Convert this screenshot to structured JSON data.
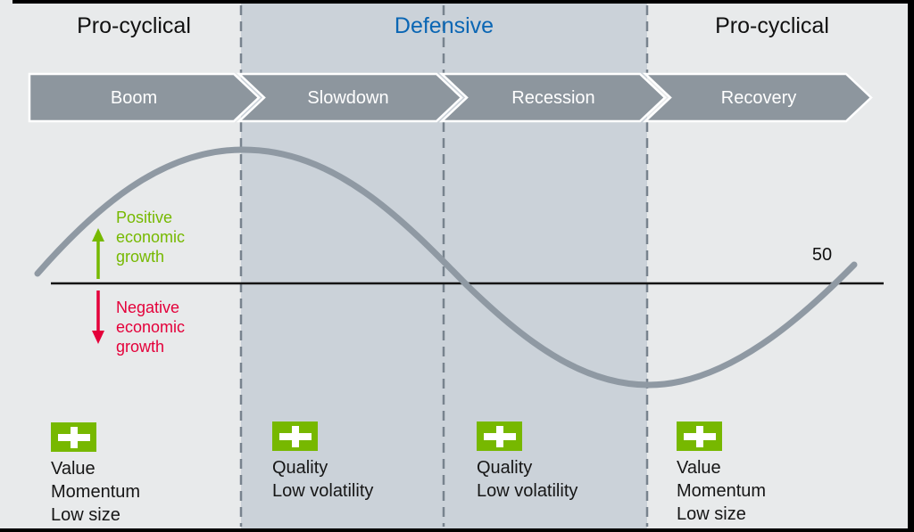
{
  "regime_titles": {
    "left": "Pro-cyclical",
    "center": "Defensive",
    "right": "Pro-cyclical"
  },
  "phase_arrows": [
    "Boom",
    "Slowdown",
    "Recession",
    "Recovery"
  ],
  "growth_labels": {
    "positive": "Positive economic growth",
    "negative": "Negative economic growth"
  },
  "baseline_value": "50",
  "factor_groups": [
    {
      "items": [
        "Value",
        "Momentum",
        "Low size"
      ]
    },
    {
      "items": [
        "Quality",
        "Low volatility"
      ]
    },
    {
      "items": [
        "Quality",
        "Low volatility"
      ]
    },
    {
      "items": [
        "Value",
        "Momentum",
        "Low size"
      ]
    }
  ],
  "icons": {
    "factor_marker": "plus-icon",
    "growth_up": "arrow-up-icon",
    "growth_down": "arrow-down-icon"
  },
  "colors": {
    "positive_green": "#76b900",
    "negative_red": "#e4003a",
    "defensive_blue": "#0a66b4",
    "phase_band_gray": "#8d969e",
    "cycle_curve_gray": "#8f99a3",
    "defensive_bg": "#cbd2d9",
    "procyclical_bg": "#e8eaeb",
    "baseline_black": "#141414"
  }
}
